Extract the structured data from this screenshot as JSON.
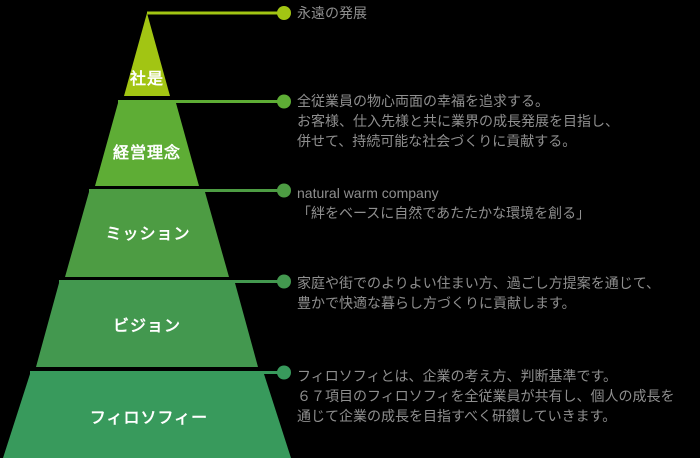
{
  "background_color": "#000000",
  "annotation_text_color": "#8f8f8f",
  "label_text_color": "#ffffff",
  "levels": [
    {
      "label": "社是",
      "color": "#a2c513"
    },
    {
      "label": "経営理念",
      "color": "#5ead35"
    },
    {
      "label": "ミッション",
      "color": "#4d9c43"
    },
    {
      "label": "ビジョン",
      "color": "#43984f"
    },
    {
      "label": "フィロソフィー",
      "color": "#389a5c"
    }
  ],
  "annotations": [
    {
      "lines": [
        "永遠の発展"
      ]
    },
    {
      "lines": [
        "全従業員の物心両面の幸福を追求する。",
        "お客様、仕入先様と共に業界の成長発展を目指し、",
        "併せて、持続可能な社会づくりに貢献する。"
      ]
    },
    {
      "lines": [
        "natural warm company",
        "「絆をベースに自然であたたかな環境を創る」"
      ]
    },
    {
      "lines": [
        "家庭や街でのよりよい住まい方、過ごし方提案を通じて、",
        "豊かで快適な暮らし方づくりに貢献します。"
      ]
    },
    {
      "lines": [
        "フィロソフィとは、企業の考え方、判断基準です。",
        "６７項目のフィロソフィを全従業員が共有し、個人の成長を",
        "通じて企業の成長を目指すべく研鑽していきます。"
      ]
    }
  ]
}
